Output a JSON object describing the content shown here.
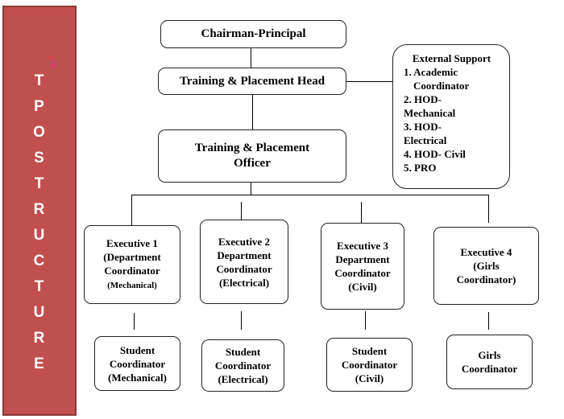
{
  "sidebar": {
    "letters": [
      "T",
      "P",
      "O",
      "S",
      "T",
      "R",
      "U",
      "C",
      "T",
      "U",
      "R",
      "E"
    ]
  },
  "top": {
    "chairman": "Chairman-Principal",
    "head": "Training & Placement Head",
    "officer": "Training & Placement\nOfficer"
  },
  "external": {
    "title": "External Support",
    "items": [
      "1. Academic",
      "Coordinator",
      "2. HOD-",
      "Mechanical",
      "3. HOD-",
      "Electrical",
      "4. HOD- Civil",
      "5. PRO"
    ]
  },
  "executives": [
    {
      "line1": "Executive 1\n(Department\nCoordinator",
      "line2": "(Mechanical)"
    },
    {
      "line1": "Executive 2\nDepartment\nCoordinator\n(Electrical)",
      "line2": ""
    },
    {
      "line1": "Executive 3\nDepartment\nCoordinator\n(Civil)",
      "line2": ""
    },
    {
      "line1": "Executive 4\n(Girls\nCoordinator)",
      "line2": ""
    }
  ],
  "students": [
    "Student\nCoordinator\n(Mechanical)",
    "Student\nCoordinator\n(Electrical)",
    "Student\nCoordinator\n(Civil)",
    "Girls\nCoordinator"
  ]
}
